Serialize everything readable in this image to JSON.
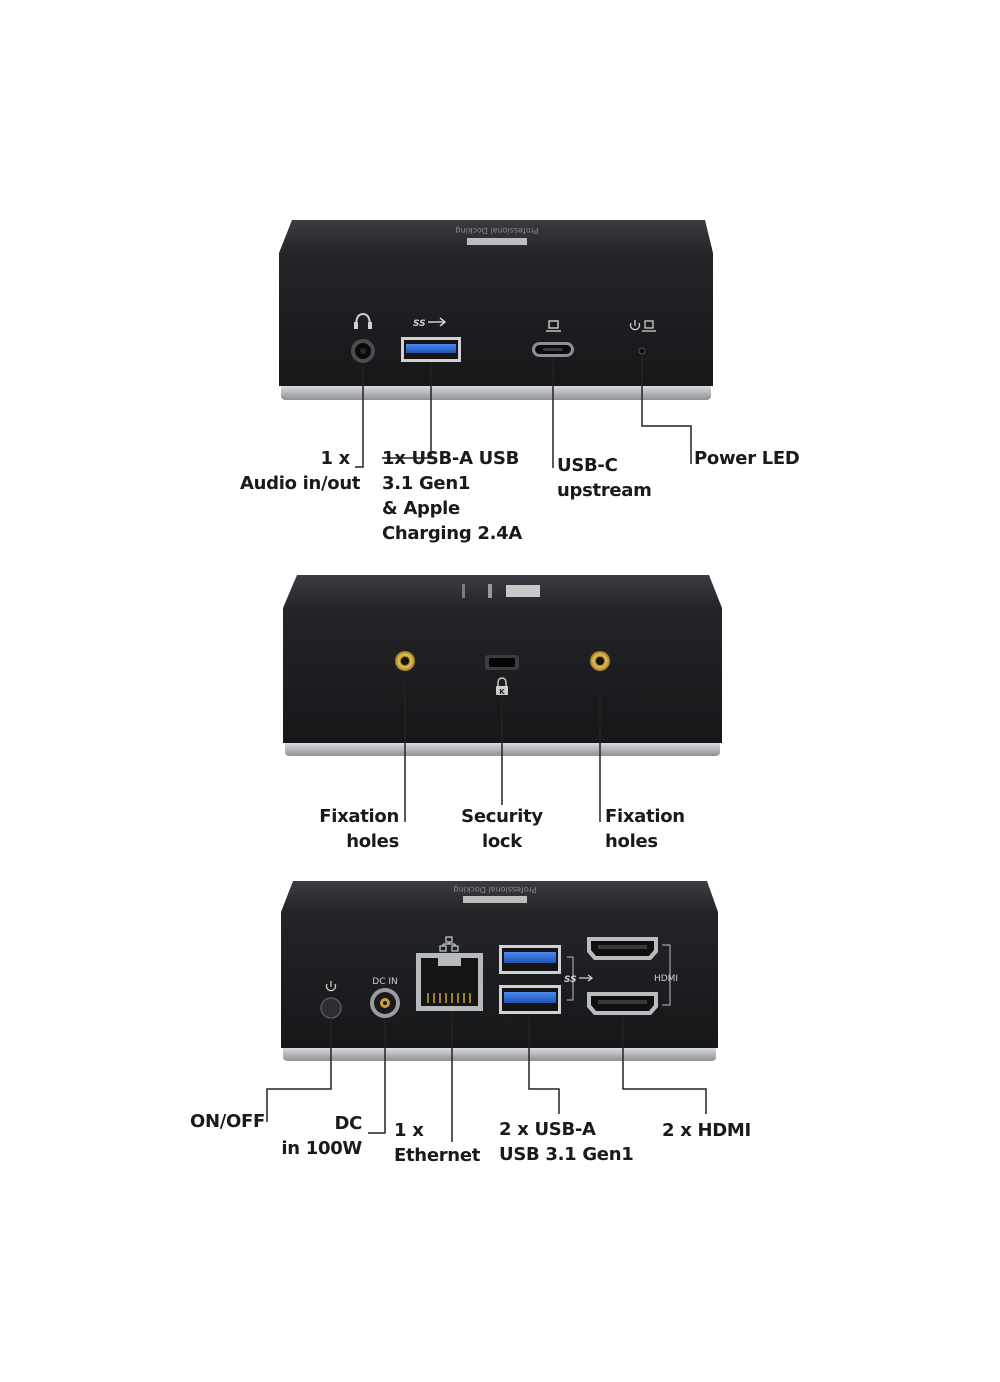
{
  "views": {
    "front": {
      "labels": {
        "audio": [
          "1 x",
          "Audio in/out"
        ],
        "usb_a": [
          "1x USB-A USB",
          "3.1 Gen1",
          "& Apple",
          "Charging 2.4A"
        ],
        "usb_c": [
          "USB-C",
          "upstream"
        ],
        "power_led": [
          "Power LED"
        ]
      }
    },
    "side": {
      "labels": {
        "fixation_left": [
          "Fixation",
          "holes"
        ],
        "security_lock": [
          "Security",
          "lock"
        ],
        "fixation_right": [
          "Fixation",
          "holes"
        ]
      }
    },
    "rear": {
      "port_marks": {
        "dc_in": "DC IN",
        "hdmi": "HDMI"
      },
      "labels": {
        "on_off": [
          "ON/OFF"
        ],
        "dc": [
          "DC",
          "in 100W"
        ],
        "ethernet": [
          "1 x",
          "Ethernet"
        ],
        "usb_a": [
          "2 x USB-A",
          "USB 3.1 Gen1"
        ],
        "hdmi": [
          "2 x HDMI"
        ]
      }
    }
  },
  "colors": {
    "body": "#1d1f22",
    "top_face": "#2a2c30",
    "base_silver": "#b9bcc0",
    "usb_blue": "#2f6fd6",
    "gold": "#c9a33a",
    "label_text": "#1a1a1a",
    "leader_line": "#222222"
  },
  "icons": [
    "headphones-icon",
    "superspeed-usb-icon",
    "laptop-icon",
    "power-icon",
    "lock-icon",
    "network-icon"
  ]
}
